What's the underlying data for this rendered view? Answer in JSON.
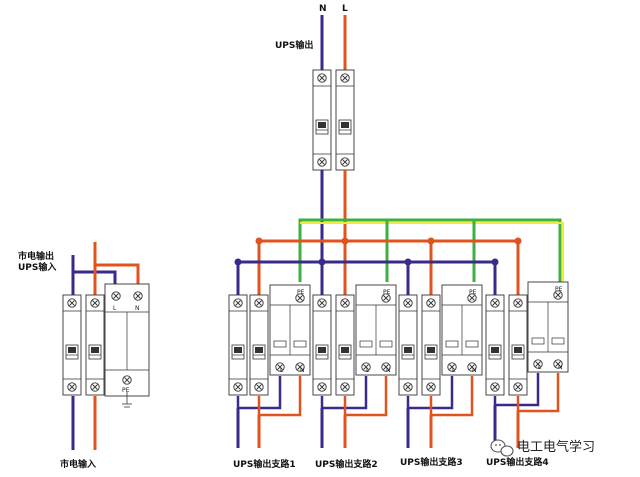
{
  "labels": {
    "wire_n": "N",
    "wire_l": "L",
    "ups_output": "UPS输出",
    "mains_output": "市电输出",
    "ups_input": "UPS输入",
    "mains_input": "市电输入",
    "branch_1": "UPS输出支路1",
    "branch_2": "UPS输出支路2",
    "branch_3": "UPS输出支路3",
    "branch_4": "UPS输出支路4",
    "watermark": "电工电气学习"
  },
  "terminal_labels": {
    "pe": "PE",
    "l": "L",
    "n": "N",
    "rcd_pe": "PE",
    "rcd_l": "L",
    "rcd_n": "N"
  },
  "colors": {
    "neutral": "#3a2a8a",
    "live": "#e0531e",
    "earth_green": "#3cb043",
    "earth_yellow": "#f2ea3a",
    "device_outline": "#333333"
  },
  "icons": {
    "terminal": "terminal-screw-icon",
    "switch": "breaker-toggle-icon",
    "watermark": "wechat-logo-icon"
  }
}
